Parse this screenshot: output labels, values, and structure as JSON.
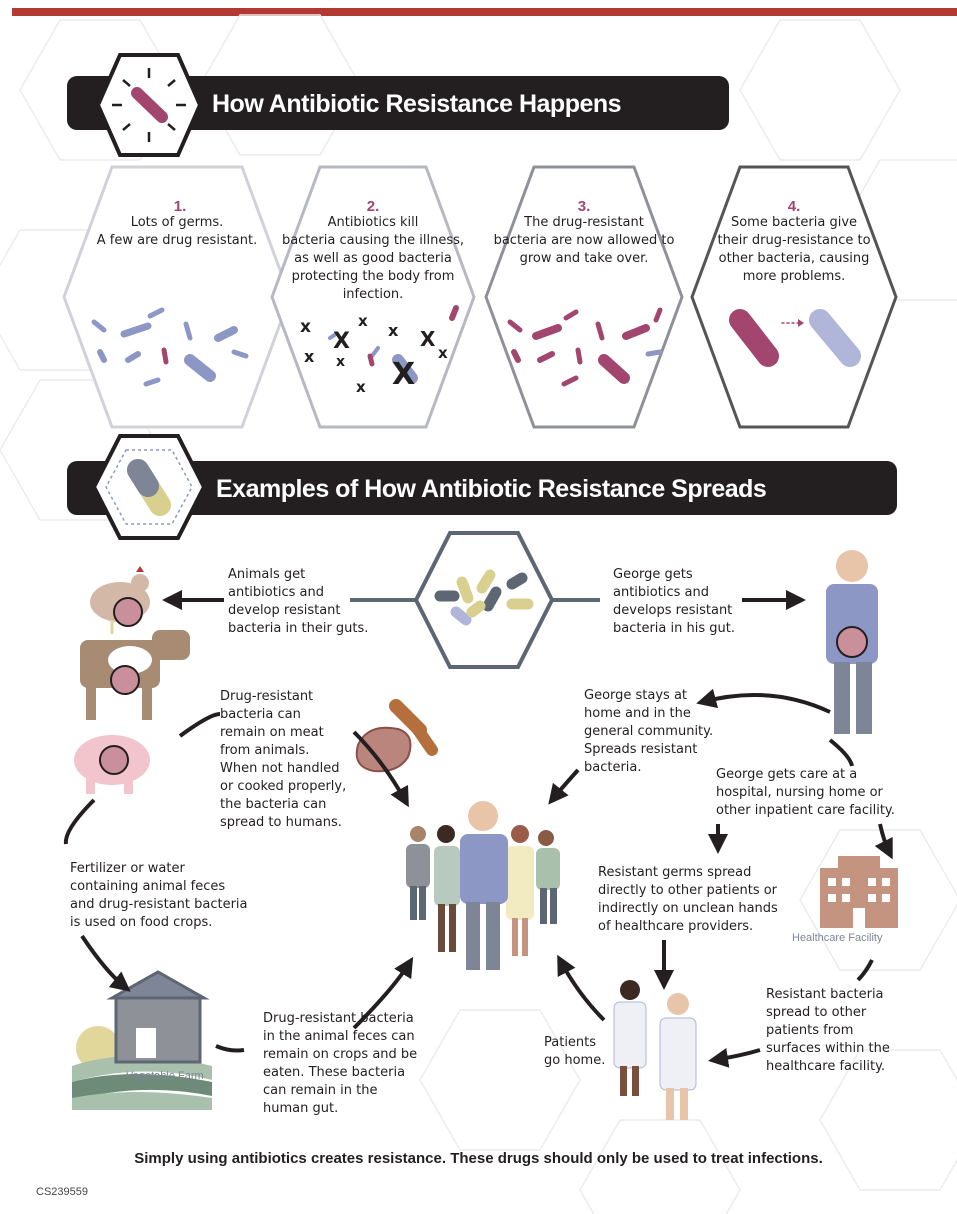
{
  "header": {
    "title": "How Antibiotic Resistance Happens",
    "subtitle": "Examples of How Antibiotic Resistance Spreads"
  },
  "steps": [
    {
      "number": "1.",
      "lines": [
        "Lots of germs.",
        "A few are drug resistant."
      ]
    },
    {
      "number": "2.",
      "lines": [
        "Antibiotics kill",
        "bacteria causing the illness,",
        "as well as good bacteria",
        "protecting the body from",
        "infection."
      ]
    },
    {
      "number": "3.",
      "lines": [
        "The drug-resistant",
        "bacteria are now allowed to",
        "grow and take over."
      ]
    },
    {
      "number": "4.",
      "lines": [
        "Some bacteria give",
        "their drug-resistance to",
        "other bacteria, causing",
        "more problems."
      ]
    }
  ],
  "spread": {
    "animals": [
      "Animals get",
      "antibiotics and",
      "develop resistant",
      "bacteria in their guts."
    ],
    "george": [
      "George gets",
      "antibiotics and",
      "develops resistant",
      "bacteria in his gut."
    ],
    "meat": [
      "Drug-resistant",
      "bacteria can",
      "remain on meat",
      "from animals.",
      "When not handled",
      "or cooked properly,",
      "the bacteria can",
      "spread to humans."
    ],
    "home": [
      "George stays at",
      "home and in the",
      "general community.",
      "Spreads resistant",
      "bacteria."
    ],
    "care": [
      "George gets care at a",
      "hospital, nursing home or",
      "other inpatient care facility."
    ],
    "fertilizer": [
      "Fertilizer or water",
      "containing animal feces",
      "and drug-resistant bacteria",
      "is used on food crops."
    ],
    "germs": [
      "Resistant germs spread",
      "directly to other patients or",
      "indirectly on unclean hands",
      "of healthcare providers."
    ],
    "crops": [
      "Drug-resistant bacteria",
      "in the animal feces can",
      "remain on crops and be",
      "eaten. These bacteria",
      "can remain in the",
      "human gut."
    ],
    "patients": [
      "Patients",
      "go home."
    ],
    "surfaces": [
      "Resistant bacteria",
      "spread to other",
      "patients from",
      "surfaces within the",
      "healthcare facility."
    ],
    "healthcare_label": "Healthcare Facility",
    "farm_label": "Vegetable Farm"
  },
  "footer": "Simply using antibiotics creates resistance.  These drugs should only be used to treat infections.",
  "code": "CS239559",
  "colors": {
    "accent_red": "#b23a33",
    "magenta": "#a2466f",
    "blue": "#8d97c5",
    "banner": "#231f20",
    "hospital": "#c49480"
  }
}
